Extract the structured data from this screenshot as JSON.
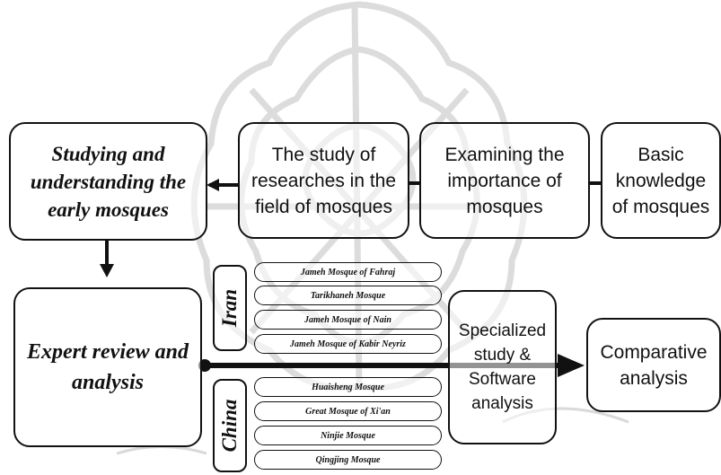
{
  "boxes": {
    "studying": "Studying and understanding the early mosques",
    "study_research": "The study of researches in the field of mosques",
    "examining": "Examining the importance of mosques",
    "basic": "Basic knowledge of mosques",
    "expert": "Expert review and analysis",
    "specialized": "Specialized study & Software analysis",
    "comparative": "Comparative analysis"
  },
  "groups": [
    {
      "country": "Iran",
      "mosques": [
        "Jameh Mosque of Fahraj",
        "Tarikhaneh Mosque",
        "Jameh Mosque of Nain",
        "Jameh Mosque of Kabir Neyriz"
      ]
    },
    {
      "country": "China",
      "mosques": [
        "Huaisheng Mosque",
        "Great Mosque of Xi'an",
        "Ninjie Mosque",
        "Qingjing Mosque"
      ]
    }
  ],
  "colors": {
    "stroke": "#111111",
    "watermark": "#c9c9c9"
  }
}
